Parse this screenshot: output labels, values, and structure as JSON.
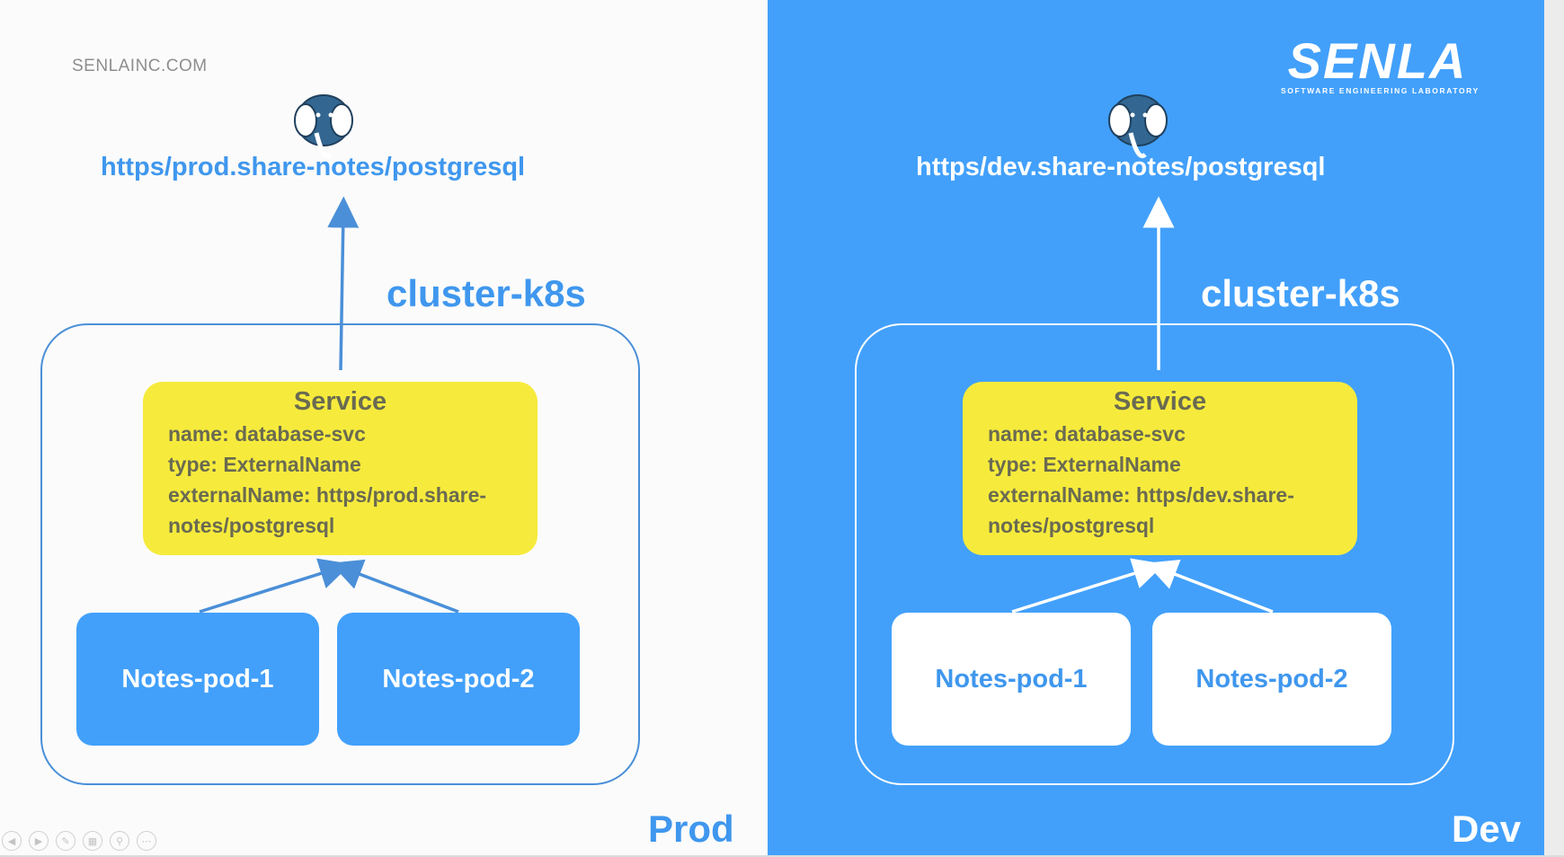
{
  "site_label": "SENLAINC.COM",
  "logo": {
    "word": "SENLA",
    "tagline": "SOFTWARE ENGINEERING LABORATORY"
  },
  "colors": {
    "blue": "#42a0fb",
    "yellow": "#f6eb3c",
    "white": "#ffffff"
  },
  "icons": {
    "database": "postgresql-elephant-icon"
  },
  "prod": {
    "env_label": "Prod",
    "db_url": "https/prod.share-notes/postgresql",
    "cluster_label": "cluster-k8s",
    "service": {
      "title": "Service",
      "name_line": "name: database-svc",
      "type_line": "type: ExternalName",
      "external_line_1": "externalName: https/prod.share-",
      "external_line_2": "notes/postgresql"
    },
    "pods": [
      "Notes-pod-1",
      "Notes-pod-2"
    ]
  },
  "dev": {
    "env_label": "Dev",
    "db_url": "https/dev.share-notes/postgresql",
    "cluster_label": "cluster-k8s",
    "service": {
      "title": "Service",
      "name_line": "name: database-svc",
      "type_line": "type: ExternalName",
      "external_line_1": "externalName: https/dev.share-",
      "external_line_2": "notes/postgresql"
    },
    "pods": [
      "Notes-pod-1",
      "Notes-pod-2"
    ]
  },
  "controls": [
    "prev-icon",
    "next-icon",
    "pen-icon",
    "grid-icon",
    "zoom-icon",
    "more-icon"
  ]
}
